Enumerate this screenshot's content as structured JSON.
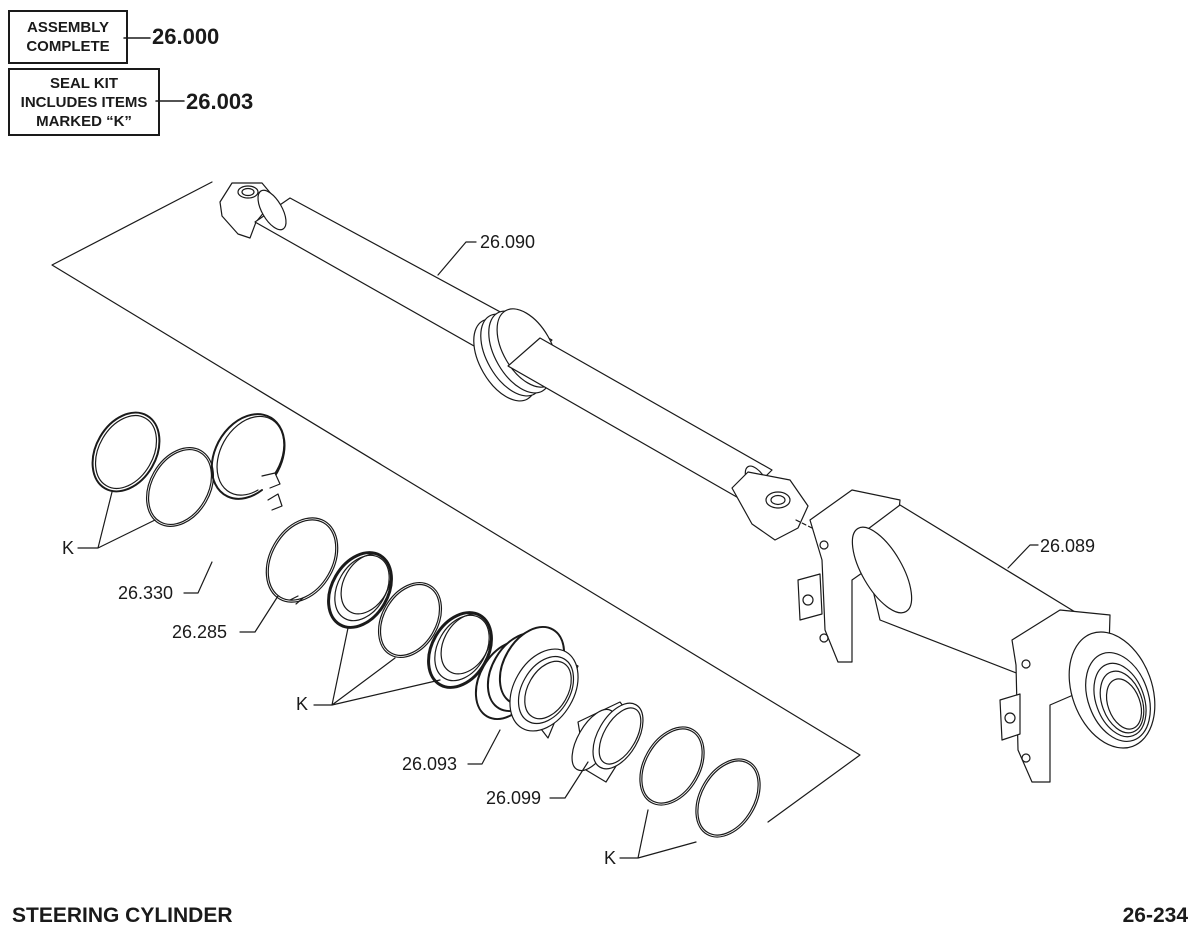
{
  "header": {
    "assembly_line1": "ASSEMBLY",
    "assembly_line2": "COMPLETE",
    "assembly_number": "26.000",
    "sealkit_line1": "SEAL KIT",
    "sealkit_line2": "INCLUDES ITEMS",
    "sealkit_line3": "MARKED “K”",
    "sealkit_number": "26.003"
  },
  "parts": {
    "rod": "26.090",
    "barrel": "26.089",
    "snap_ring": "26.330",
    "retaining_wire": "26.285",
    "gland": "26.093",
    "wear_sleeve": "26.099",
    "k_upper": "K",
    "k_middle": "K",
    "k_lower": "K"
  },
  "footer": {
    "title": "STEERING CYLINDER",
    "page": "26-234"
  }
}
